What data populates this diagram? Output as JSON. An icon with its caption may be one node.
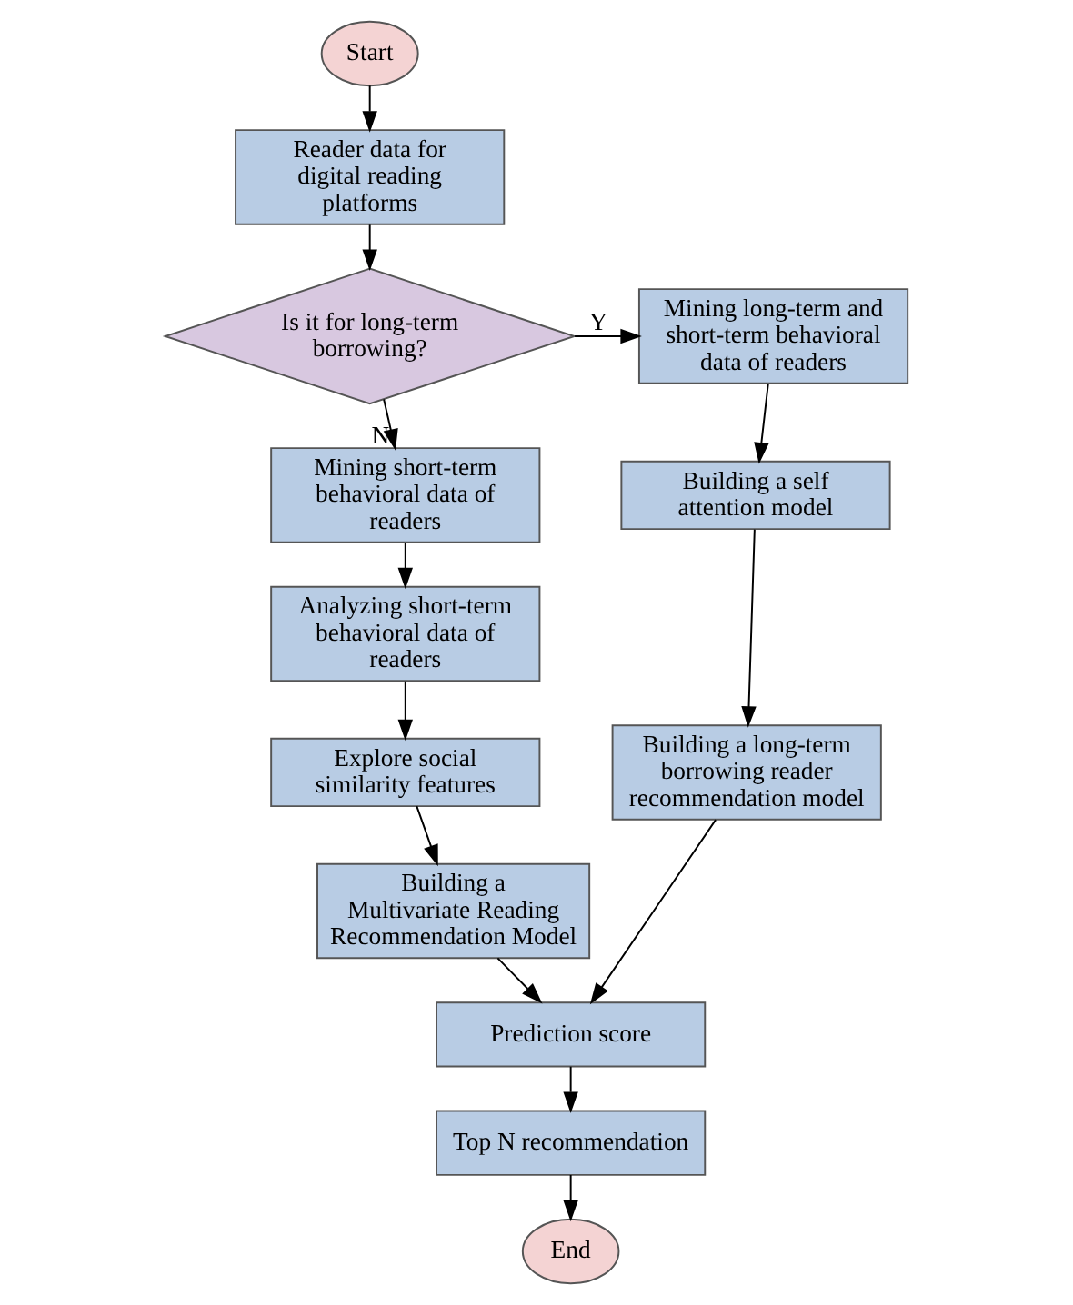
{
  "diagram": {
    "nodes": [
      {
        "text": [
          "Start"
        ]
      },
      {
        "text": [
          "Reader data for digital reading platforms"
        ]
      },
      {
        "text": [
          "Is it for long-term borrowing?"
        ]
      },
      {
        "text": [
          "Mining short-term behavioral data of readers"
        ]
      },
      {
        "text": [
          "Analyzing short-term behavioral data of readers"
        ]
      },
      {
        "text": [
          "Explore social similarity features"
        ]
      },
      {
        "text": [
          "Building a Multivariate Reading Recommendation Model"
        ]
      },
      {
        "text": [
          "Mining long-term and short-term behavioral data of readers"
        ]
      },
      {
        "text": [
          "Building a self attention model"
        ]
      },
      {
        "text": [
          "Building a long-term borrowing reader recommendation model"
        ]
      },
      {
        "text": [
          "Prediction score"
        ]
      },
      {
        "text": [
          "Top N recommendation"
        ]
      },
      {
        "text": [
          "End"
        ]
      }
    ],
    "edges": [
      {
        "from": 0,
        "to": 1,
        "arrow": "to"
      },
      {
        "from": 1,
        "to": 2,
        "arrow": "to"
      },
      {
        "from": 2,
        "to": 7,
        "arrow": "to",
        "label": "Y"
      },
      {
        "from": 2,
        "to": 3,
        "arrow": "to",
        "label": "N"
      },
      {
        "from": 3,
        "to": 4,
        "arrow": "to"
      },
      {
        "from": 4,
        "to": 5,
        "arrow": "to"
      },
      {
        "from": 5,
        "to": 6,
        "arrow": "to"
      },
      {
        "from": 7,
        "to": 8,
        "arrow": "to"
      },
      {
        "from": 8,
        "to": 9,
        "arrow": "to"
      },
      {
        "from": 9,
        "to": 10,
        "arrow": "to"
      },
      {
        "from": 6,
        "to": 10,
        "arrow": "to"
      },
      {
        "from": 10,
        "to": 11,
        "arrow": "to"
      },
      {
        "from": 11,
        "to": 12,
        "arrow": "to"
      }
    ]
  }
}
